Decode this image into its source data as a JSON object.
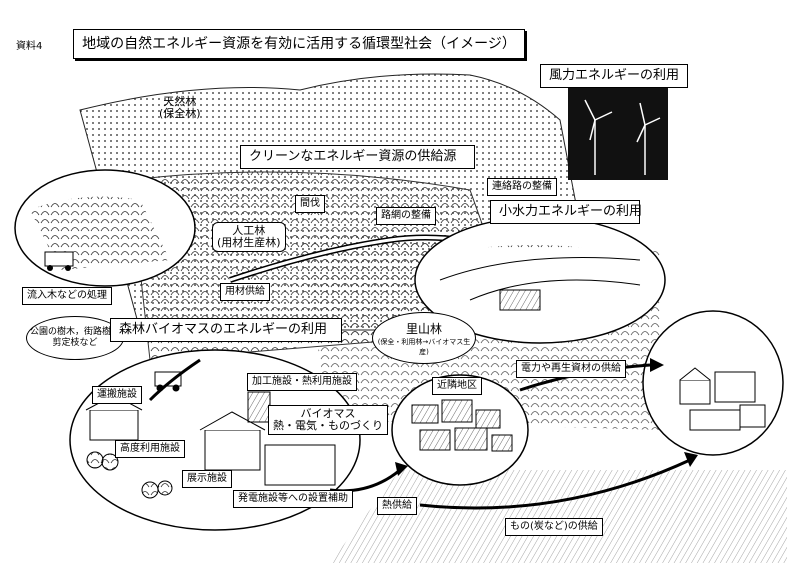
{
  "doc_label": "資料4",
  "title": "地域の自然エネルギー資源を有効に活用する循環型社会（イメージ）",
  "labels": {
    "natural_forest": "天然林",
    "natural_forest_sub": "(保全林)",
    "clean_energy_source": "クリーンなエネルギー資源の供給源",
    "wind_energy": "風力エネルギーの利用",
    "route_maintenance": "連絡路の整備",
    "thinning": "間伐",
    "forest_road": "路網の整備",
    "small_hydro": "小水力エネルギーの利用",
    "planted_forest": "人工林",
    "planted_forest_sub": "(用材生産林)",
    "timber_supply": "用材供給",
    "driftwood": "流入木などの処理",
    "park_trees": "公園の樹木，街路樹の剪定枝など",
    "biomass_use": "森林バイオマスのエネルギーの利用",
    "satoyama": "里山林",
    "satoyama_sub": "(保全・利用林→バイオマス生産)",
    "power_supply": "電力や再生資材の供給",
    "transport": "運搬施設",
    "processing": "加工施設・熱利用施設",
    "biomass": "バイオマス",
    "biomass_sub": "熱・電気・ものづくり",
    "advanced_use": "高度利用施設",
    "exhibition": "展示施設",
    "generation_aid": "発電施設等への設置補助",
    "heat_supply": "熱供給",
    "neighborhood": "近隣地区",
    "goods_supply": "もの(炭など)の供給"
  }
}
